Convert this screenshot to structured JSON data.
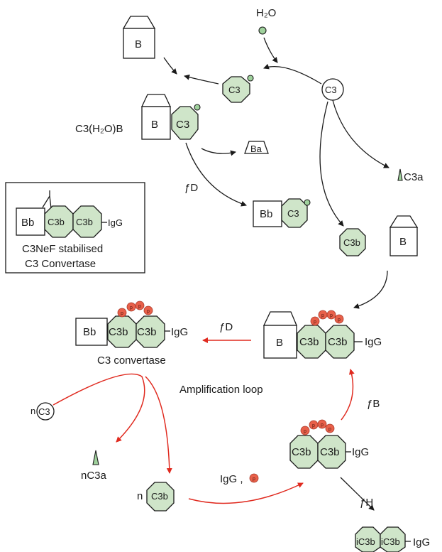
{
  "labels": {
    "h2o": "H₂O",
    "c3": "C3",
    "b": "B",
    "c3h2ob": "C3(H₂O)B",
    "ba": "Ba",
    "c3a": "C3a",
    "fd": "ƒD",
    "bb": "Bb",
    "c3b": "C3b",
    "igg": "IgG",
    "p": "p",
    "c3nef_line1": "C3NeF stabilised",
    "c3nef_line2": "C3 Convertase",
    "c3_convertase": "C3 convertase",
    "amplification_loop": "Amplification loop",
    "n": "n",
    "nc3a": "nC3a",
    "igg_comma": "IgG ,",
    "fb": "ƒB",
    "fh": "ƒH",
    "ic3b": "iC3b"
  },
  "colors": {
    "c3_fill": "#cfe5c9",
    "c3a_fill": "#9fd19c",
    "p_fill": "#e8604a",
    "red_arrow": "#e02a1f",
    "stroke": "#1a1a1a"
  }
}
